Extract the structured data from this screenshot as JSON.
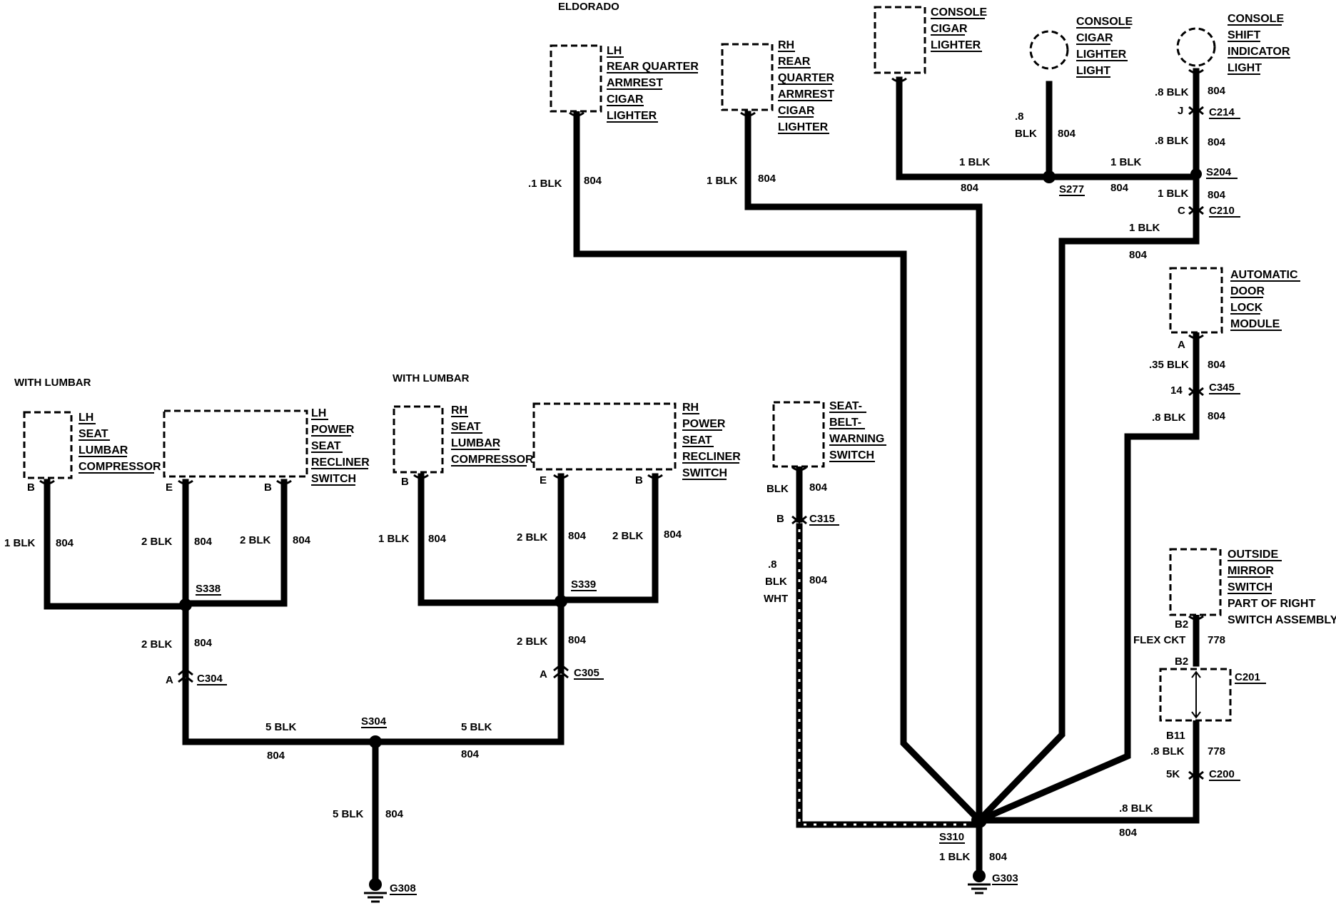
{
  "header": {
    "model": "ELDORADO"
  },
  "sections": {
    "with_lumbar_left": "WITH LUMBAR",
    "with_lumbar_right": "WITH LUMBAR"
  },
  "components": {
    "lh_rear_lighter": [
      "LH",
      "REAR QUARTER",
      "ARMREST",
      "CIGAR",
      "LIGHTER"
    ],
    "rh_rear_lighter": [
      "RH",
      "REAR",
      "QUARTER",
      "ARMREST",
      "CIGAR",
      "LIGHTER"
    ],
    "console_lighter": [
      "CONSOLE",
      "CIGAR",
      "LIGHTER"
    ],
    "console_lighter_light": [
      "CONSOLE",
      "CIGAR",
      "LIGHTER",
      "LIGHT"
    ],
    "console_shift_light": [
      "CONSOLE",
      "SHIFT",
      "INDICATOR",
      "LIGHT"
    ],
    "auto_door_lock": [
      "AUTOMATIC",
      "DOOR",
      "LOCK",
      "MODULE"
    ],
    "outside_mirror": [
      "OUTSIDE",
      "MIRROR",
      "SWITCH"
    ],
    "outside_mirror_note": [
      "PART OF RIGHT",
      "SWITCH ASSEMBLY"
    ],
    "seat_belt": [
      "SEAT-",
      "BELT-",
      "WARNING",
      "SWITCH"
    ],
    "lh_lumbar": [
      "LH",
      "SEAT",
      "LUMBAR",
      "COMPRESSOR"
    ],
    "lh_recliner": [
      "LH",
      "POWER",
      "SEAT",
      "RECLINER",
      "SWITCH"
    ],
    "rh_lumbar": [
      "RH",
      "SEAT",
      "LUMBAR",
      "COMPRESSOR"
    ],
    "rh_recliner": [
      "RH",
      "POWER",
      "SEAT",
      "RECLINER",
      "SWITCH"
    ]
  },
  "connectors": {
    "c214": "C214",
    "c210": "C210",
    "c345": "C345",
    "c201": "C201",
    "c200": "C200",
    "c315": "C315",
    "c304": "C304",
    "c305": "C305"
  },
  "splices": {
    "s204": "S204",
    "s277": "S277",
    "s310": "S310",
    "s338": "S338",
    "s339": "S339",
    "s304": "S304"
  },
  "grounds": {
    "g303": "G303",
    "g308": "G308"
  },
  "pins": {
    "j": "J",
    "c": "C",
    "a_door": "A",
    "pin14": "14",
    "b2_top": "B2",
    "b2_bot": "B2",
    "b11": "B11",
    "k5": "5K",
    "b_seatbelt": "B",
    "b_lh_lumbar": "B",
    "e_lh_rec": "E",
    "b_lh_rec": "B",
    "b_rh_lumbar": "B",
    "e_rh_rec": "E",
    "b_rh_rec": "B",
    "a_c304": "A",
    "a_c305": "A"
  },
  "wires": {
    "w_lh_rear_g": ".1 BLK",
    "w_lh_rear_c": "804",
    "w_rh_rear_g": "1 BLK",
    "w_rh_rear_c": "804",
    "w_light_g1": ".8",
    "w_light_g2": "BLK",
    "w_light_c": "804",
    "w_cons_g": "1 BLK",
    "w_cons_c": "804",
    "w_s277r_g": "1 BLK",
    "w_s277r_c": "804",
    "w_shift_g": ".8 BLK",
    "w_shift_c": "804",
    "w_c214_g": ".8 BLK",
    "w_c214_c": "804",
    "w_s204_g": "1 BLK",
    "w_s204_c": "804",
    "w_c210_g": "1 BLK",
    "w_c210_c": "804",
    "w_door_g": ".35 BLK",
    "w_door_c": "804",
    "w_c345_g": ".8 BLK",
    "w_c345_c": "804",
    "w_mirror_g": "FLEX CKT",
    "w_mirror_c": "778",
    "w_c201_g": ".8 BLK",
    "w_c201_c": "778",
    "w_c200_g": ".8 BLK",
    "w_c200_c": "804",
    "w_sb_g": "BLK",
    "w_sb_c": "804",
    "w_c315_g1": ".8",
    "w_c315_g2": "BLK",
    "w_c315_g3": "WHT",
    "w_c315_c": "804",
    "w_g303_g": "1 BLK",
    "w_g303_c": "804",
    "w_lhl_g": "1 BLK",
    "w_lhl_c": "804",
    "w_lhre_g": "2 BLK",
    "w_lhre_c": "804",
    "w_lhrb_g": "2 BLK",
    "w_lhrb_c": "804",
    "w_s338_g": "2 BLK",
    "w_s338_c": "804",
    "w_rhl_g": "1 BLK",
    "w_rhl_c": "804",
    "w_rhre_g": "2 BLK",
    "w_rhre_c": "804",
    "w_rhrb_g": "2 BLK",
    "w_rhrb_c": "804",
    "w_s339_g": "2 BLK",
    "w_s339_c": "804",
    "w_left_g": "5 BLK",
    "w_left_c": "804",
    "w_right_g": "5 BLK",
    "w_right_c": "804",
    "w_g308_g": "5 BLK",
    "w_g308_c": "804"
  }
}
